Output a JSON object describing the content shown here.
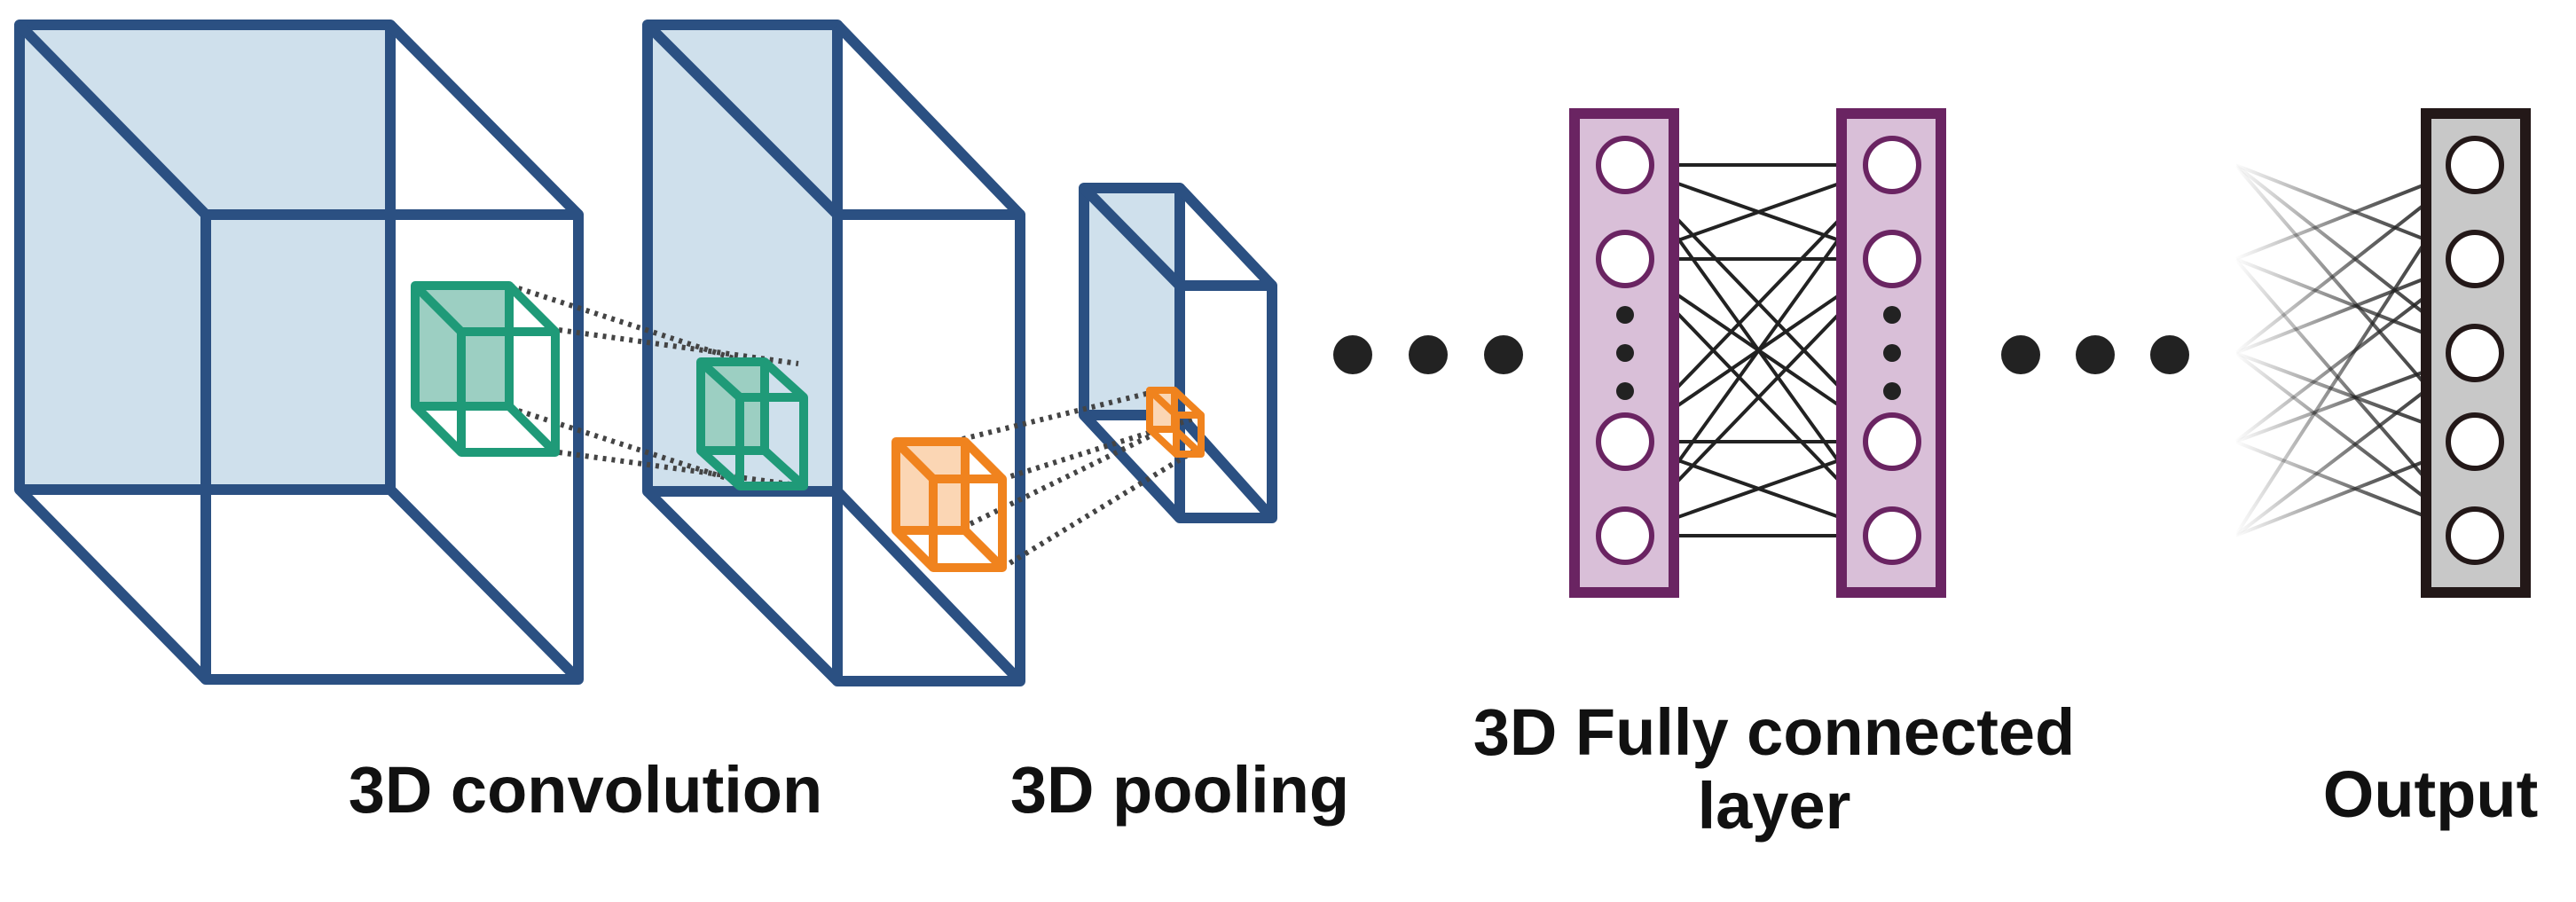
{
  "labels": {
    "convolution": "3D convolution",
    "pooling": "3D pooling",
    "fully_connected_line1": "3D Fully connected",
    "fully_connected_line2": "layer",
    "output": "Output"
  },
  "colors": {
    "volume_stroke": "#2b5082",
    "volume_fill": "#cfe0ec",
    "conv_kernel_stroke": "#1f9a78",
    "conv_kernel_fill": "#9ccfc2",
    "pool_kernel_stroke": "#f0831e",
    "pool_kernel_fill": "#fbd6b4",
    "fc_layer_stroke": "#6a2462",
    "fc_layer_fill": "#d9bfd8",
    "output_layer_stroke": "#231818",
    "output_layer_fill": "#c8c8c8",
    "connection": "#222222",
    "ellipsis_dot": "#222222"
  }
}
